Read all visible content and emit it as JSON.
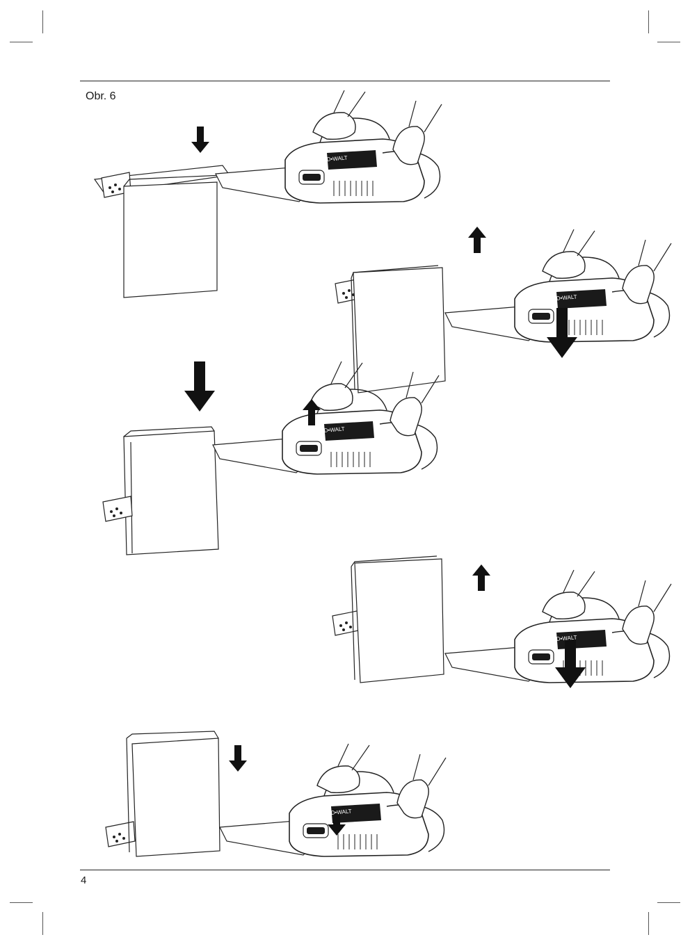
{
  "page": {
    "figure_label": "Obr. 6",
    "page_number": "4"
  },
  "illustration": {
    "brand_mark": "D•WALT"
  }
}
